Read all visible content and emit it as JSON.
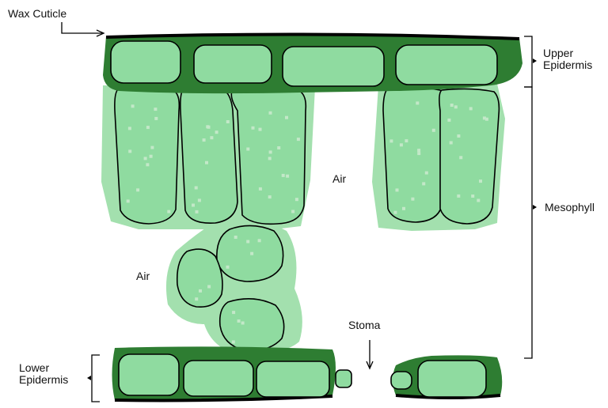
{
  "labels": {
    "wax_cuticle": "Wax Cuticle",
    "upper_epidermis_line1": "Upper",
    "upper_epidermis_line2": "Epidermis",
    "mesophyll": "Mesophyll",
    "air_upper": "Air",
    "air_lower": "Air",
    "stoma": "Stoma",
    "lower_epidermis_line1": "Lower",
    "lower_epidermis_line2": "Epidermis"
  },
  "colors": {
    "dark_green": "#2e7d32",
    "cell_fill": "#8fdba0",
    "halo_green": "#a3e0ae",
    "chloroplast_dot": "#c3e8c8",
    "outline": "#000000"
  }
}
